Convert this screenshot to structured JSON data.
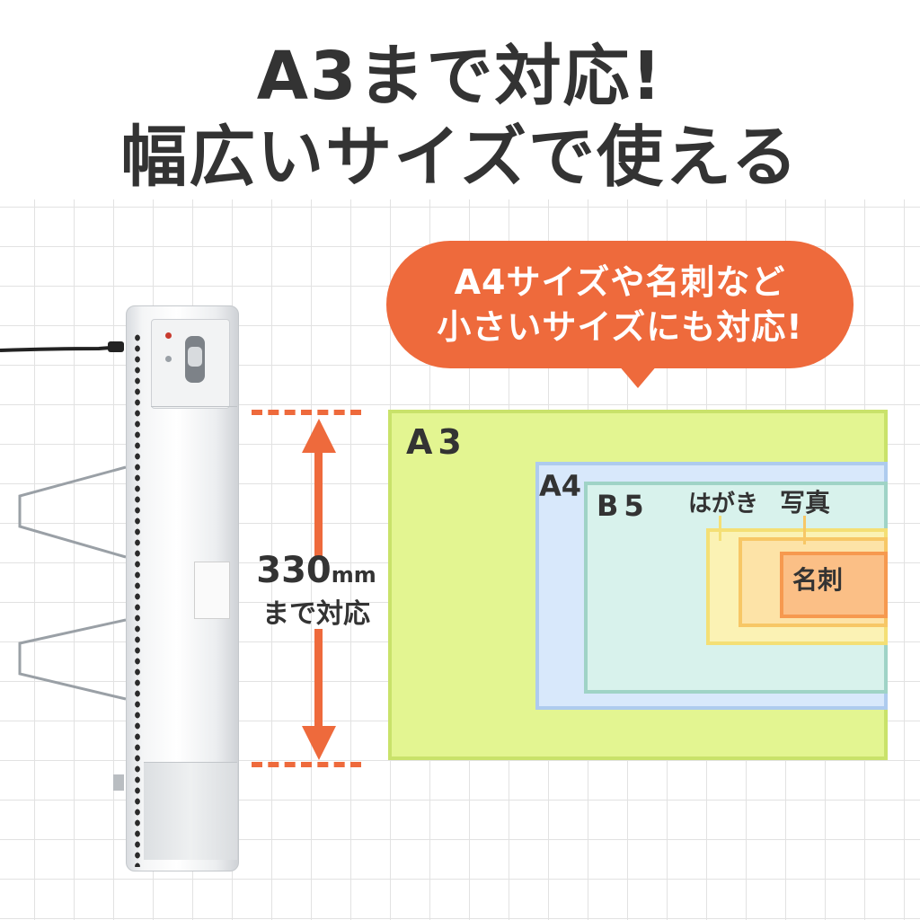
{
  "headline": {
    "line1": "A3まで対応!",
    "line2": "幅広いサイズで使える"
  },
  "callout": {
    "line1": "A4サイズや名刺など",
    "line2": "小さいサイズにも対応!"
  },
  "dimension": {
    "value": "330",
    "unit": "mm",
    "caption": "まで対応"
  },
  "sizes": {
    "a3": "A3",
    "a4": "A4",
    "b5": "B5",
    "hagaki": "はがき",
    "photo": "写真",
    "meishi": "名刺"
  },
  "colors": {
    "accent": "#ee6a3c",
    "a3_fill": "#e3f591",
    "a3_border": "#c9e26a",
    "a4_fill": "#d8e8fb",
    "a4_border": "#aecbee",
    "b5_fill": "#d8f2ec",
    "b5_border": "#9fd3c6",
    "hagaki_fill": "#fbf2b4",
    "hagaki_border": "#f4df75",
    "photo_fill": "#fde3a7",
    "photo_border": "#f7c766",
    "meishi_fill": "#fbbf86",
    "meishi_border": "#f6994f"
  }
}
